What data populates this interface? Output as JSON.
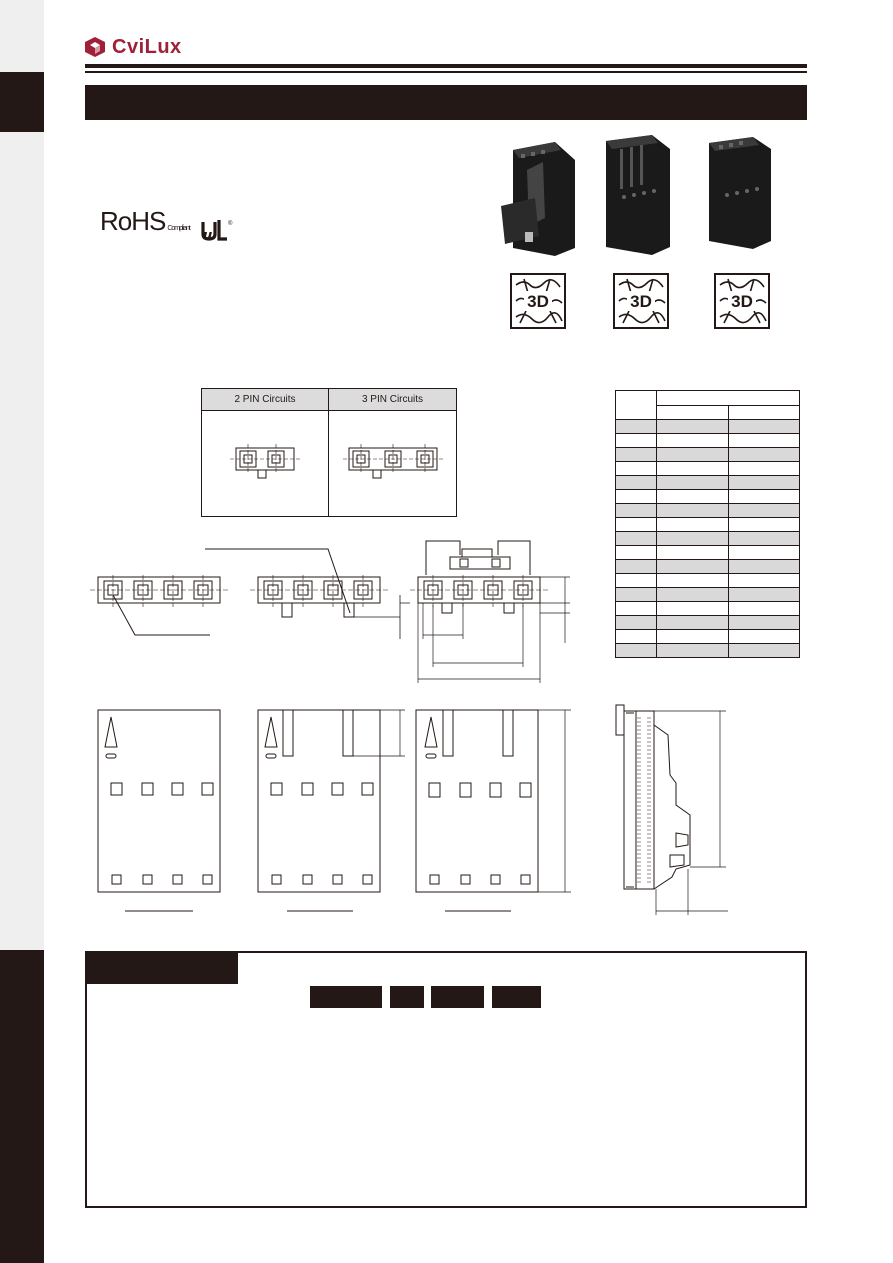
{
  "brand": {
    "name": "CviLux",
    "color": "#a0203a",
    "dark": "#231815"
  },
  "certifications": {
    "rohs": "RoHS",
    "rohs_sub": "Compliant",
    "ul_mark": "UL-recognized-icon"
  },
  "model_icons": [
    "3D",
    "3D",
    "3D"
  ],
  "pin_table": {
    "headers": [
      "2 PIN Circuits",
      "3 PIN Circuits"
    ]
  },
  "dimension_table": {
    "row_count": 17
  }
}
